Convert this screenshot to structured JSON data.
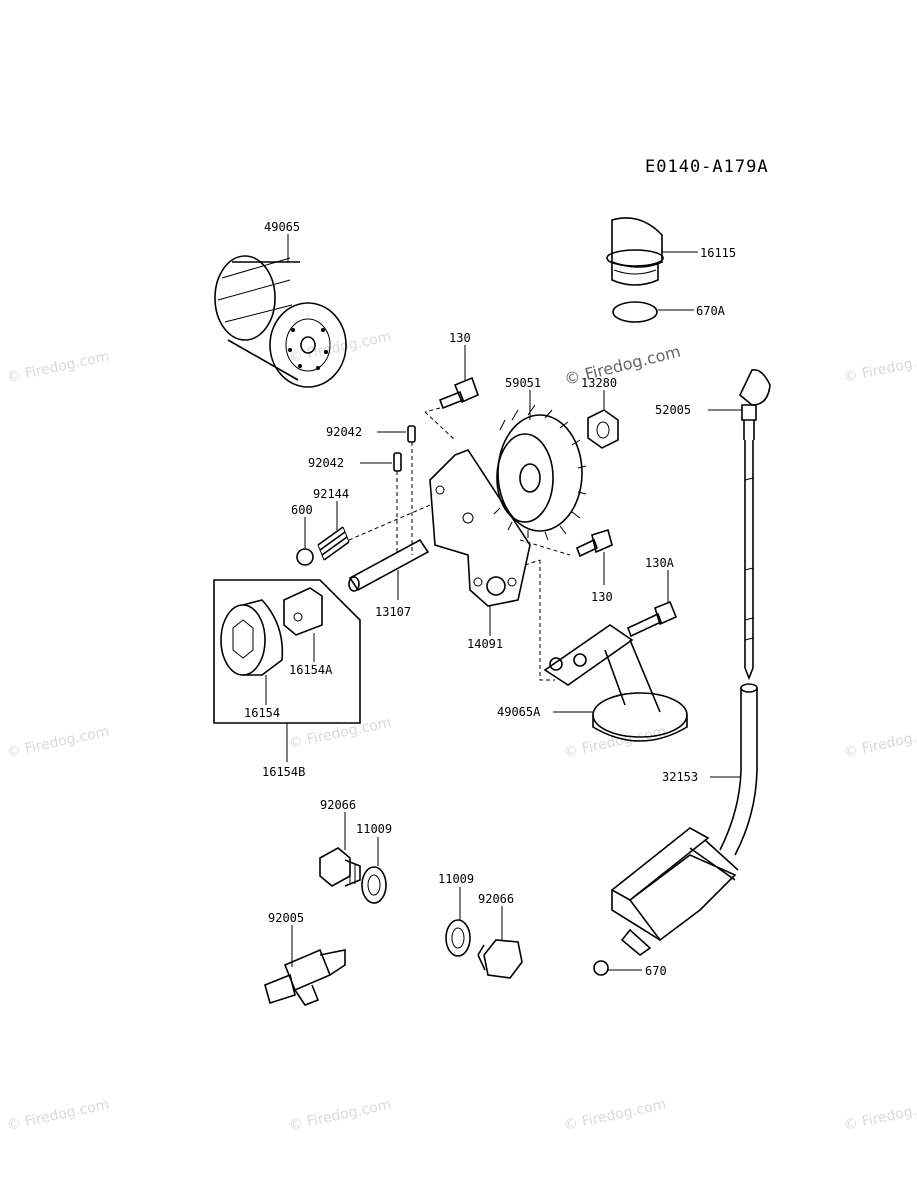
{
  "diagram_code": "E0140-A179A",
  "watermark": {
    "text": "© Firedog.com"
  },
  "parts": [
    {
      "id": "49065"
    },
    {
      "id": "16115"
    },
    {
      "id": "670A"
    },
    {
      "id": "130"
    },
    {
      "id": "59051"
    },
    {
      "id": "13280"
    },
    {
      "id": "52005"
    },
    {
      "id": "92042"
    },
    {
      "id": "92042"
    },
    {
      "id": "92144"
    },
    {
      "id": "600"
    },
    {
      "id": "130"
    },
    {
      "id": "130A"
    },
    {
      "id": "13107"
    },
    {
      "id": "14091"
    },
    {
      "id": "16154A"
    },
    {
      "id": "16154"
    },
    {
      "id": "16154B"
    },
    {
      "id": "49065A"
    },
    {
      "id": "32153"
    },
    {
      "id": "92066"
    },
    {
      "id": "11009"
    },
    {
      "id": "11009"
    },
    {
      "id": "92066"
    },
    {
      "id": "92005"
    },
    {
      "id": "670"
    }
  ]
}
